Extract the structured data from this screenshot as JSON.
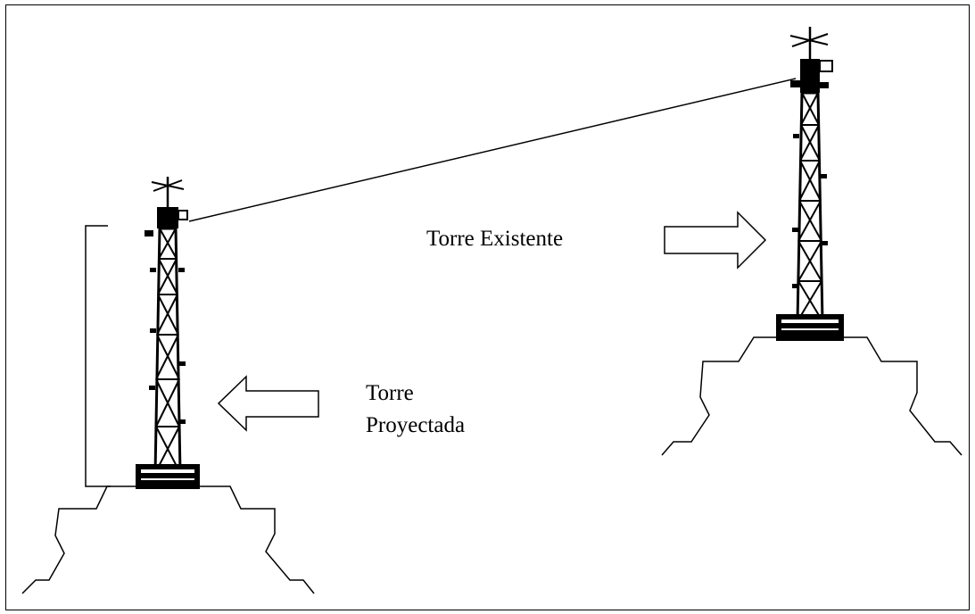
{
  "diagram": {
    "labels": {
      "existing_tower": "Torre Existente",
      "projected_tower_line1": "Torre",
      "projected_tower_line2": "Proyectada"
    },
    "colors": {
      "stroke": "#000000",
      "background": "#ffffff"
    },
    "icons": [
      "tower-icon",
      "arrow-right-icon",
      "arrow-left-icon"
    ]
  }
}
